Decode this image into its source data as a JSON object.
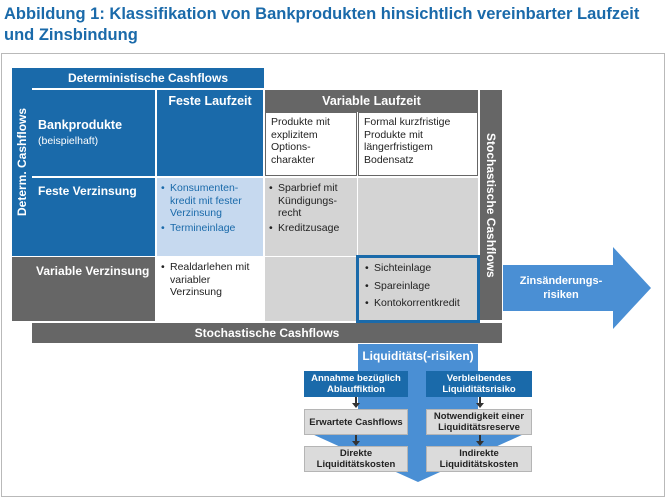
{
  "title": "Abbildung 1: Klassifikation von Bankprodukten hinsichtlich vereinbarter Laufzeit und Zinsbindung",
  "header_det_cashflows": "Deterministische Cashflows",
  "left_det_cashflows": "Determ. Cashflows",
  "right_stoch_cashflows": "Stochastische Cashflows",
  "bottom_stoch_cashflows": "Stochastische Cashflows",
  "bankprodukte": "Bankprodukte",
  "beispielhaft": "(beispielhaft)",
  "feste_laufzeit": "Feste Laufzeit",
  "variable_laufzeit": "Variable Laufzeit",
  "sub_col1": "Produkte mit explizitem Options-charakter",
  "sub_col2": "Formal kurzfristige Produkte mit längerfristigem Bodensatz",
  "row_feste_verzinsung": "Feste Verzinsung",
  "row_variable_verzinsung": "Variable Verzinsung",
  "cell_fv_fl": [
    "Konsumenten-kredit mit fester Verzinsung",
    "Termineinlage"
  ],
  "cell_fv_opt": [
    "Sparbrief mit Kündigungs-recht",
    "Kreditzusage"
  ],
  "cell_vv_fl": [
    "Realdarlehen mit variabler Verzinsung"
  ],
  "cell_vv_kurz": [
    "Sichteinlage",
    "Spareinlage",
    "Kontokorrentkredit"
  ],
  "zinsaenderung": "Zinsänderungs-risiken",
  "liquiditaet": "Liquiditäts(-risiken)",
  "flow": {
    "left": [
      "Annahme bezüglich Ablauffiktion",
      "Erwartete Cashflows",
      "Direkte Liquiditätskosten"
    ],
    "right": [
      "Verbleibendes Liquiditätsrisiko",
      "Notwendigkeit einer Liquiditätsreserve",
      "Indirekte Liquiditätskosten"
    ]
  },
  "colors": {
    "blue": "#1a6aaa",
    "dark_grey": "#666666",
    "light_grey": "#d4d4d4",
    "light_blue": "#c6d9ef",
    "arrow_blue": "#4a8fd4"
  }
}
